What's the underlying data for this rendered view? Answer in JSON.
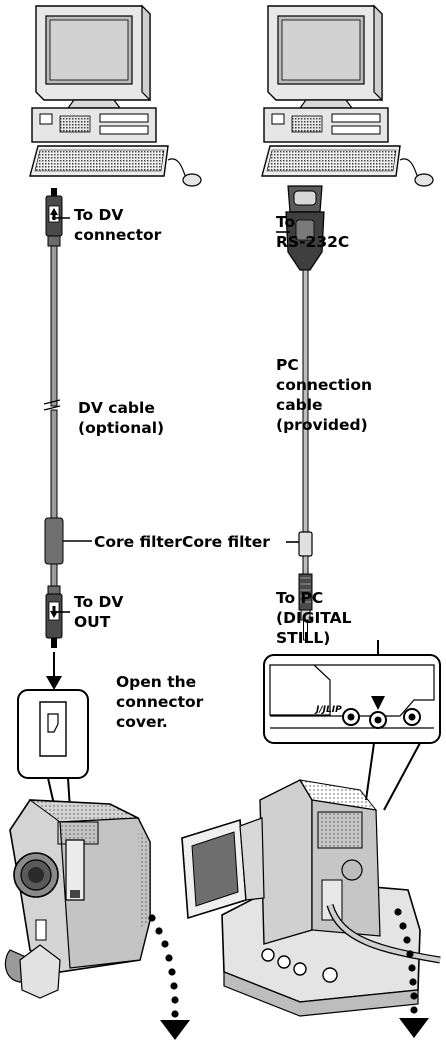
{
  "left": {
    "to_dv_connector": "To DV\nconnector",
    "dv_cable": "DV cable\n(optional)",
    "core_filter": "Core filter",
    "to_dv_out": "To DV\nOUT",
    "open_cover": "Open the\nconnector\ncover."
  },
  "right": {
    "to_rs232c": "To\nRS-232C",
    "pc_cable": "PC\nconnection\ncable\n(provided)",
    "core_filter": "Core filter",
    "to_pc": "To PC\n(DIGITAL\nSTILL)",
    "jlip_label": "J/JLIP"
  }
}
